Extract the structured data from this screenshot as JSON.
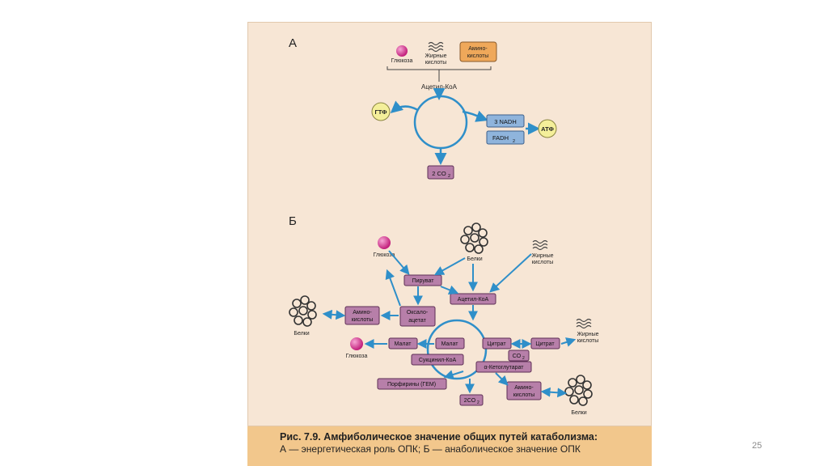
{
  "panel_a": {
    "label": "А",
    "glucose": "Глюкоза",
    "fatty_acids_line1": "Жирные",
    "fatty_acids_line2": "кислоты",
    "amino_line1": "Амино-",
    "amino_line2": "кислоты",
    "acetyl_coa": "Ацетил-КоА",
    "gtf": "ГТФ",
    "nadh": "3 NADH",
    "fadh": "FADH",
    "fadh_sub": "2",
    "atf": "АТФ",
    "co2": "2 CO",
    "co2_sub": "2"
  },
  "panel_b": {
    "label": "Б",
    "glucose_top": "Глюкоза",
    "proteins_top": "Белки",
    "fatty_acids_line1": "Жирные",
    "fatty_acids_line2": "кислоты",
    "pyruvate": "Пируват",
    "acetyl_coa": "Ацетил-КоА",
    "proteins_left": "Белки",
    "amino_left_line1": "Амино-",
    "amino_left_line2": "кислоты",
    "oxaloacetate_line1": "Оксало-",
    "oxaloacetate_line2": "ацетат",
    "glucose_left": "Глюкоза",
    "malate_outer": "Малат",
    "malate_inner": "Малат",
    "citrate_inner": "Цитрат",
    "citrate_outer": "Цитрат",
    "fatty_acids_right_line1": "Жирные",
    "fatty_acids_right_line2": "кислоты",
    "succinyl_coa": "Сукцинил-КоА",
    "co2_cit": "CO",
    "co2_cit_sub": "2",
    "ketoglutarate": "α-Кетоглутарат",
    "porphyrins": "Порфирины (ГЕМ)",
    "amino_bottom_line1": "Амино-",
    "amino_bottom_line2": "кислоты",
    "proteins_bottom": "Белки",
    "co2_bottom": "2CO",
    "co2_bottom_sub": "2"
  },
  "caption": {
    "title": "Рис. 7.9. Амфиболическое значение общих путей катаболизма:",
    "line": "А — энергетическая роль ОПК; Б — анаболическое значение ОПК"
  },
  "page_number": "25",
  "colors": {
    "background": "#f7e6d5",
    "caption_bg": "#f2c78c",
    "arrow": "#2f8fc9",
    "metabolite_box": "#b77fa9",
    "energy_box": "#8fb4dc",
    "amino_box": "#efa85a",
    "nucleotide_circle": "#f4ef9a",
    "glucose": "#d62d8a"
  }
}
